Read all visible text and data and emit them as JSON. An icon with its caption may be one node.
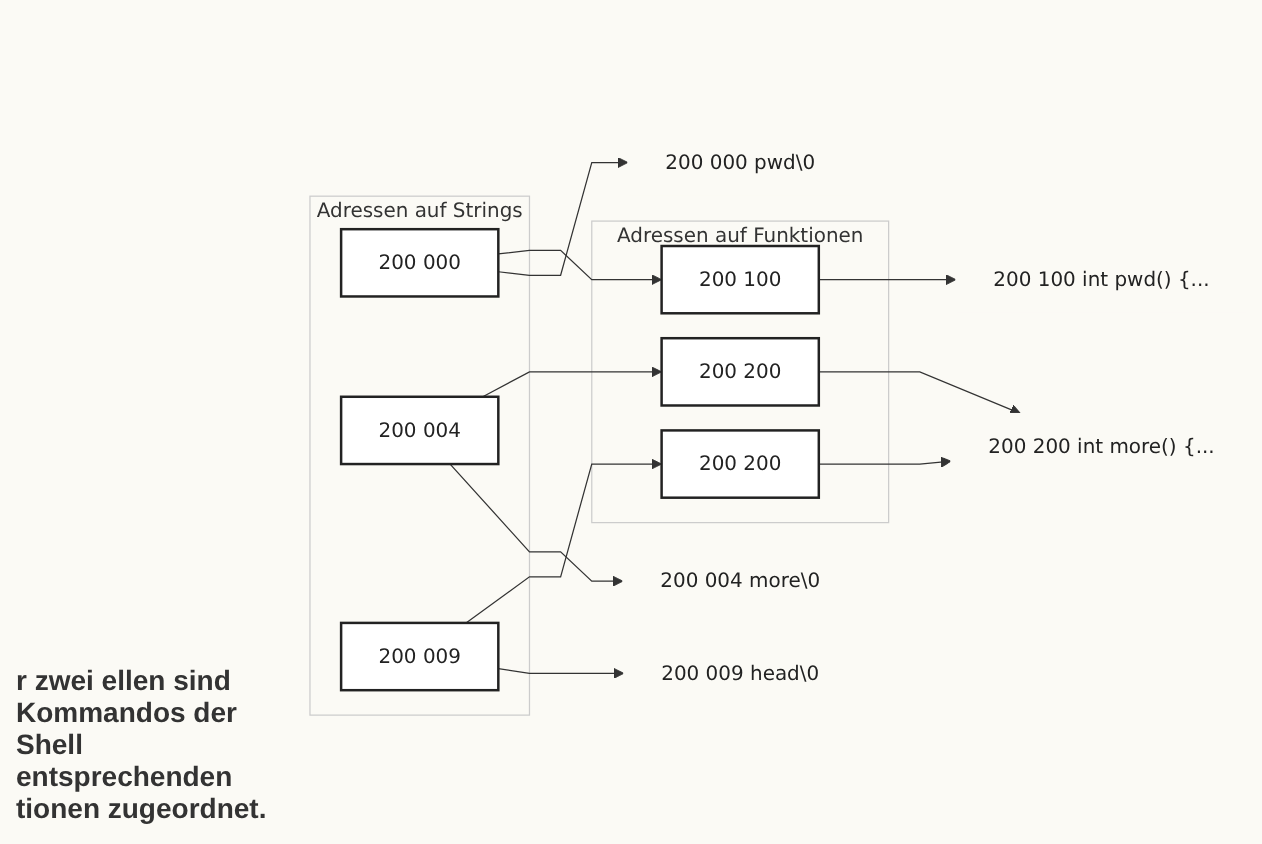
{
  "diagram": {
    "caption": "r zwei ellen sind Kommandos der Shell entsprechenden tionen zugeordnet.",
    "nodes": [
      {
        "text": [
          "Adressen auf Strings"
        ]
      },
      {
        "text": [
          "200 000"
        ],
        "in": 0
      },
      {
        "text": [
          "200 004"
        ],
        "in": 0
      },
      {
        "text": [
          "200 009"
        ],
        "in": 0
      },
      {
        "text": [
          "Adressen auf Funktionen"
        ]
      },
      {
        "text": [
          "200 100"
        ],
        "in": 4
      },
      {
        "text": [
          "200 200"
        ],
        "in": 4
      },
      {
        "text": [
          "200 200"
        ],
        "in": 4
      },
      {
        "text": [
          "200 000 pwd\\0"
        ]
      },
      {
        "text": [
          "200 004 more\\0"
        ]
      },
      {
        "text": [
          "200 009 head\\0"
        ]
      },
      {
        "text": [
          "200 100 int pwd() {..."
        ]
      },
      {
        "text": [
          "200 200 int more() {..."
        ]
      }
    ],
    "edges": [
      {
        "from": 1,
        "to": 5,
        "arrow": "to"
      },
      {
        "from": 2,
        "to": 6,
        "arrow": "to"
      },
      {
        "from": 3,
        "to": 7,
        "arrow": "to"
      },
      {
        "from": 1,
        "to": 8,
        "arrow": "to"
      },
      {
        "from": 2,
        "to": 9,
        "arrow": "to"
      },
      {
        "from": 3,
        "to": 10,
        "arrow": "to"
      },
      {
        "from": 5,
        "to": 11,
        "arrow": "to"
      },
      {
        "from": 6,
        "to": 12,
        "arrow": "to"
      },
      {
        "from": 7,
        "to": 12,
        "arrow": "to"
      }
    ]
  }
}
